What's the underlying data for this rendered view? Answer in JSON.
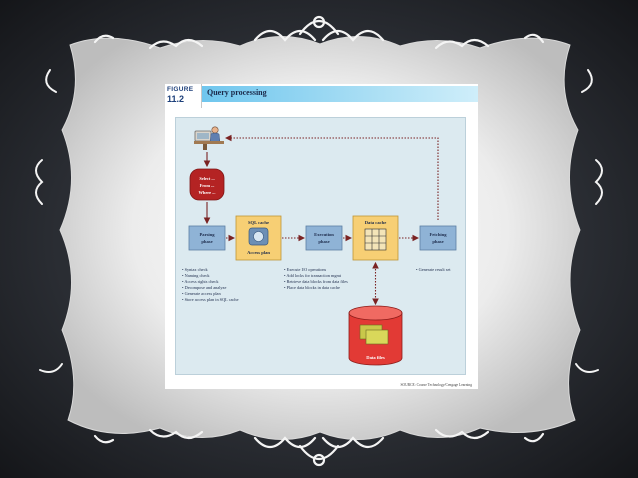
{
  "figure": {
    "label": "FIGURE",
    "number": "11.2",
    "title": "Query processing"
  },
  "sql_box": {
    "lines": [
      "Select ...",
      "From ...",
      "Where ..."
    ]
  },
  "phases": {
    "parsing": [
      "Parsing",
      "phase"
    ],
    "execution": [
      "Execution",
      "phase"
    ],
    "fetching": [
      "Fetching",
      "phase"
    ]
  },
  "caches": {
    "sql_cache": {
      "title": "SQL cache",
      "caption": "Access plan"
    },
    "data_cache": {
      "title": "Data cache"
    }
  },
  "data_files": {
    "label": "Data files"
  },
  "lists": {
    "parsing": [
      "Syntax check",
      "Naming check",
      "Access rights check",
      "Decompose and analyze",
      "Generate access plan",
      "Store access plan in SQL cache"
    ],
    "execution": [
      "Execute I/O operations",
      "Add locks for transaction mgmt",
      "Retrieve data blocks from data files",
      "Place data blocks in data cache"
    ],
    "fetching": [
      "Generate result set"
    ]
  },
  "source": "SOURCE: Course Technology/Cengage Learning",
  "colors": {
    "diagram_bg": "#dceaf0",
    "phase_box": "#8fb3d6",
    "cache_box": "#f7cf74",
    "sql_box": "#b42323",
    "data_files": "#e23a35",
    "arrow": "#7a2323",
    "title_bar": "#6fc6ee"
  },
  "icons": [
    "user-at-computer-icon",
    "dotted-arrow-icon",
    "database-cylinder-icon"
  ]
}
